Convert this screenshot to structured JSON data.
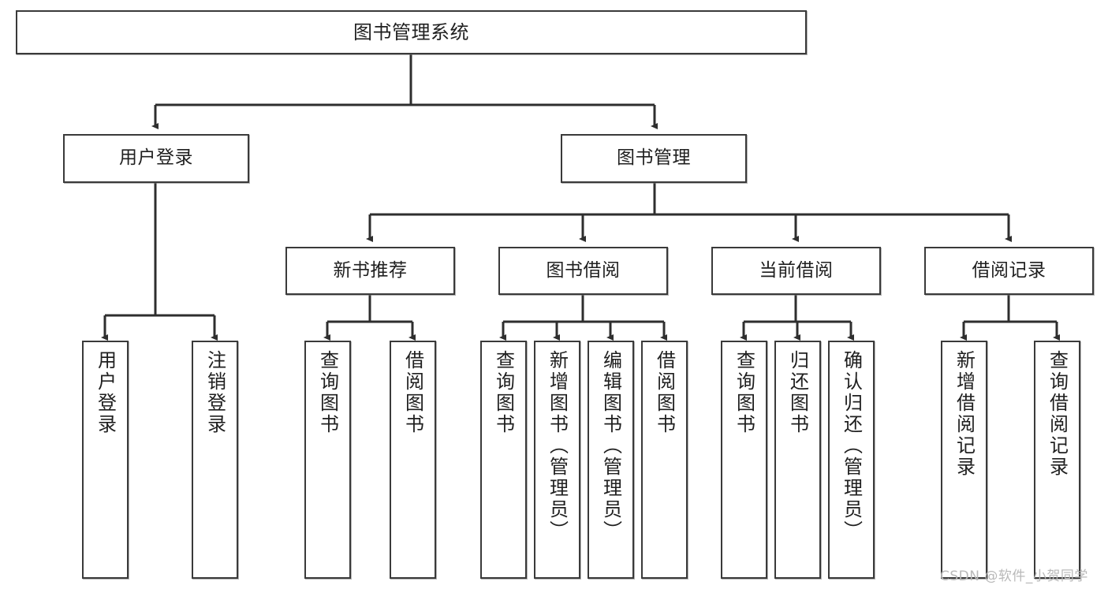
{
  "diagram": {
    "type": "tree",
    "title": "图书管理系统",
    "watermark": "CSDN @软件_小贺同学",
    "colors": {
      "box_border": "#3a3a3a",
      "box_fill": "#ffffff",
      "connector": "#2e2e2e",
      "text": "#1f1f1f",
      "watermark": "#b9b9b9"
    },
    "levels": {
      "root": "图书管理系统",
      "level2": [
        "用户登录",
        "图书管理"
      ],
      "level3": [
        "新书推荐",
        "图书借阅",
        "当前借阅",
        "借阅记录"
      ]
    },
    "nodes": {
      "root": {
        "label": "图书管理系统"
      },
      "user_login": {
        "label": "用户登录"
      },
      "book_manage": {
        "label": "图书管理"
      },
      "new_book_rec": {
        "label": "新书推荐"
      },
      "book_borrow": {
        "label": "图书借阅"
      },
      "current_borrow": {
        "label": "当前借阅"
      },
      "borrow_record": {
        "label": "借阅记录"
      },
      "leaf_user_login": {
        "label": "用户登录"
      },
      "leaf_logout": {
        "label": "注销登录"
      },
      "leaf_query_book_a": {
        "label": "查询图书"
      },
      "leaf_borrow_book_a": {
        "label": "借阅图书"
      },
      "leaf_query_book_b": {
        "label": "查询图书"
      },
      "leaf_add_book": {
        "label": "新增图书（管理员）"
      },
      "leaf_edit_book": {
        "label": "编辑图书（管理员）"
      },
      "leaf_borrow_book_b": {
        "label": "借阅图书"
      },
      "leaf_query_book_c": {
        "label": "查询图书"
      },
      "leaf_return_book": {
        "label": "归还图书"
      },
      "leaf_confirm_return": {
        "label": "确认归还（管理员）"
      },
      "leaf_add_record": {
        "label": "新增借阅记录"
      },
      "leaf_query_record": {
        "label": "查询借阅记录"
      }
    },
    "edges": [
      {
        "from": "root",
        "to": "user_login"
      },
      {
        "from": "root",
        "to": "book_manage"
      },
      {
        "from": "user_login",
        "to": "leaf_user_login"
      },
      {
        "from": "user_login",
        "to": "leaf_logout"
      },
      {
        "from": "book_manage",
        "to": "new_book_rec"
      },
      {
        "from": "book_manage",
        "to": "book_borrow"
      },
      {
        "from": "book_manage",
        "to": "current_borrow"
      },
      {
        "from": "book_manage",
        "to": "borrow_record"
      },
      {
        "from": "new_book_rec",
        "to": "leaf_query_book_a"
      },
      {
        "from": "new_book_rec",
        "to": "leaf_borrow_book_a"
      },
      {
        "from": "book_borrow",
        "to": "leaf_query_book_b"
      },
      {
        "from": "book_borrow",
        "to": "leaf_add_book"
      },
      {
        "from": "book_borrow",
        "to": "leaf_edit_book"
      },
      {
        "from": "book_borrow",
        "to": "leaf_borrow_book_b"
      },
      {
        "from": "current_borrow",
        "to": "leaf_query_book_c"
      },
      {
        "from": "current_borrow",
        "to": "leaf_return_book"
      },
      {
        "from": "current_borrow",
        "to": "leaf_confirm_return"
      },
      {
        "from": "borrow_record",
        "to": "leaf_add_record"
      },
      {
        "from": "borrow_record",
        "to": "leaf_query_record"
      }
    ]
  }
}
